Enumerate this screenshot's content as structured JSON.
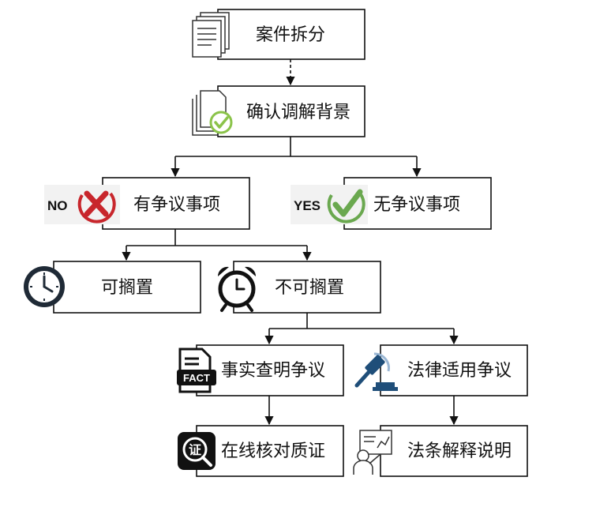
{
  "nodes": {
    "case_split": "案件拆分",
    "confirm_background": "确认调解背景",
    "has_dispute": "有争议事项",
    "no_dispute": "无争议事项",
    "can_shelve": "可搁置",
    "cannot_shelve": "不可搁置",
    "fact_dispute": "事实查明争议",
    "law_dispute": "法律适用争议",
    "online_verify": "在线核对质证",
    "law_explain": "法条解释说明"
  },
  "badges": {
    "no": "NO",
    "yes": "YES",
    "fact": "FACT",
    "cert": "证"
  },
  "colors": {
    "no_red": "#c8262c",
    "yes_green": "#6aa84f",
    "check_green": "#8bc34a",
    "icon_dark": "#1f2a36",
    "gavel_blue": "#1f4e79"
  }
}
